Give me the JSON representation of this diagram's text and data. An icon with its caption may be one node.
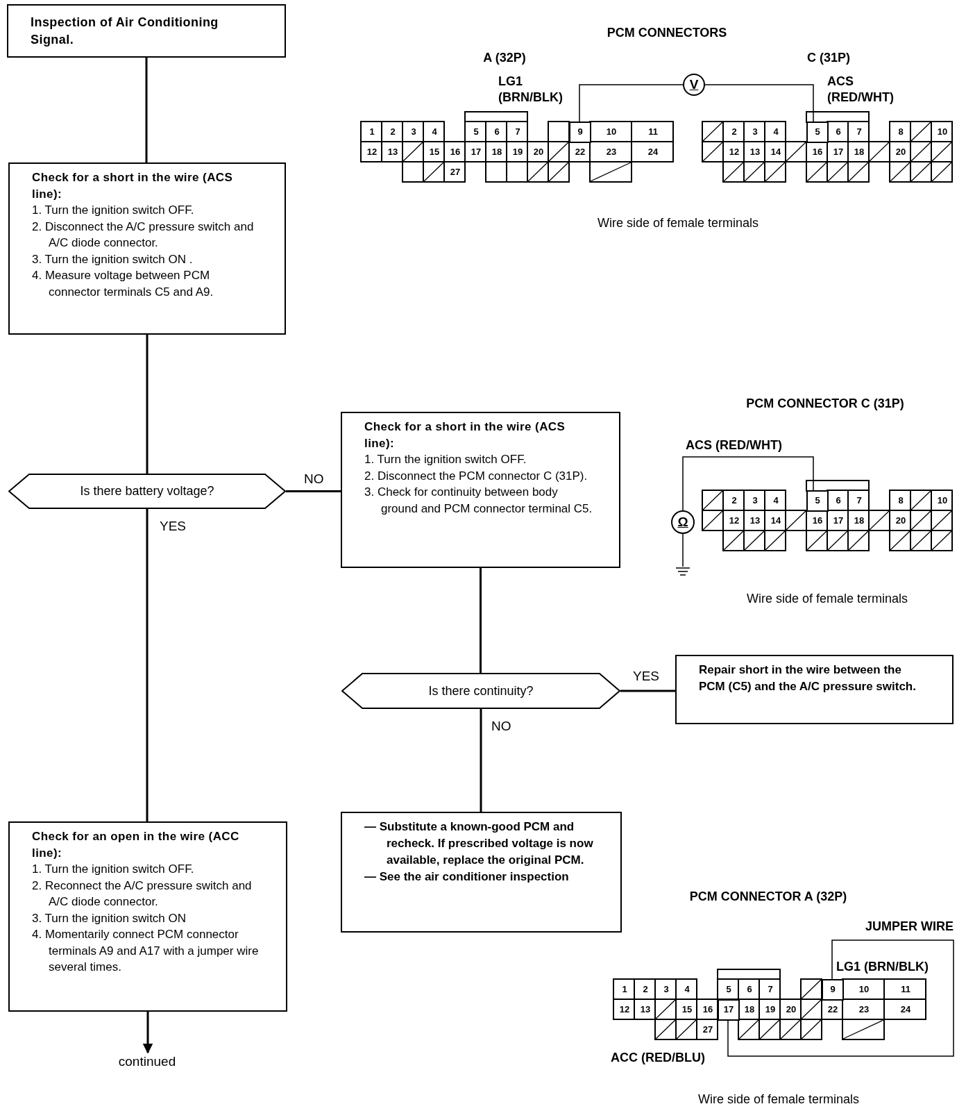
{
  "diagram": {
    "nodes": [
      {
        "text": [
          "Inspection of Air Conditioning Signal."
        ]
      },
      {
        "text": [
          "Check for a short in the wire (ACS line):",
          "1. Turn the ignition switch OFF.",
          "2. Disconnect the A/C pressure switch and A/C diode connector.",
          "3. Turn the ignition switch ON .",
          "4. Measure voltage between PCM connector terminals C5 and A9."
        ]
      },
      {
        "text": [
          "Is there battery voltage?"
        ]
      },
      {
        "text": [
          "Check for a short in the wire (ACS line):",
          "1. Turn the ignition switch OFF.",
          "2. Disconnect the PCM connector C (31P).",
          "3. Check for continuity between body ground and PCM connector terminal C5."
        ]
      },
      {
        "text": [
          "Is there continuity?"
        ]
      },
      {
        "text": [
          "Repair short in the wire between the PCM (C5) and the A/C pressure switch."
        ]
      },
      {
        "text": [
          "— Substitute a known-good PCM and recheck. If prescribed voltage is now available, replace the original PCM.",
          "— See the air conditioner inspection"
        ]
      },
      {
        "text": [
          "Check for an open in the wire (ACC line):",
          "1. Turn the ignition switch OFF.",
          "2. Reconnect the A/C pressure switch and A/C diode connector.",
          "3. Turn the ignition switch ON",
          "4. Momentarily connect PCM connector terminals A9 and A17 with a jumper wire several times."
        ]
      },
      {
        "text": [
          "continued"
        ]
      },
      {
        "text": [
          "V"
        ]
      },
      {
        "text": [
          "9"
        ]
      },
      {
        "text": [
          "5"
        ]
      },
      {
        "text": [
          "Ω"
        ]
      },
      {
        "text": [
          "5"
        ]
      },
      {
        "text": [],
        "shape": "ground"
      },
      {
        "text": [
          "9"
        ]
      },
      {
        "text": [
          "17"
        ]
      }
    ],
    "edges": [
      {
        "from": 0,
        "to": 1,
        "arrow": "none"
      },
      {
        "from": 1,
        "to": 2,
        "arrow": "none"
      },
      {
        "from": 2,
        "to": 3,
        "arrow": "none",
        "label": "NO"
      },
      {
        "from": 2,
        "to": 7,
        "arrow": "none",
        "label": "YES"
      },
      {
        "from": 3,
        "to": 4,
        "arrow": "none"
      },
      {
        "from": 4,
        "to": 5,
        "arrow": "none",
        "label": "YES"
      },
      {
        "from": 4,
        "to": 6,
        "arrow": "none",
        "label": "NO"
      },
      {
        "from": 7,
        "to": 8,
        "arrow": "to"
      },
      {
        "from": 10,
        "to": 9,
        "arrow": "none"
      },
      {
        "from": 9,
        "to": 11,
        "arrow": "none"
      },
      {
        "from": 12,
        "to": 13,
        "arrow": "none"
      },
      {
        "from": 12,
        "to": 14,
        "arrow": "none"
      },
      {
        "from": 15,
        "to": 16,
        "arrow": "none"
      }
    ],
    "labels": [
      "PCM CONNECTORS",
      "A (32P)",
      "C (31P)",
      "LG1 (BRN/BLK)",
      "ACS (RED/WHT)",
      "1",
      "2",
      "3",
      "4",
      "5",
      "6",
      "7",
      "10",
      "11",
      "12",
      "13",
      "15",
      "16",
      "17",
      "18",
      "19",
      "20",
      "22",
      "23",
      "24",
      "27",
      "2",
      "3",
      "4",
      "6",
      "7",
      "8",
      "10",
      "12",
      "13",
      "14",
      "16",
      "17",
      "18",
      "20",
      "Wire side of female terminals",
      "PCM CONNECTOR C (31P)",
      "ACS (RED/WHT)",
      "2",
      "3",
      "4",
      "6",
      "7",
      "8",
      "10",
      "12",
      "13",
      "14",
      "16",
      "17",
      "18",
      "20",
      "Wire side of female terminals",
      "PCM CONNECTOR A (32P)",
      "JUMPER WIRE",
      "LG1 (BRN/BLK)",
      "1",
      "2",
      "3",
      "4",
      "5",
      "6",
      "7",
      "10",
      "11",
      "12",
      "13",
      "15",
      "16",
      "18",
      "19",
      "20",
      "22",
      "23",
      "24",
      "27",
      "ACC (RED/BLU)",
      "Wire side of female terminals"
    ]
  }
}
